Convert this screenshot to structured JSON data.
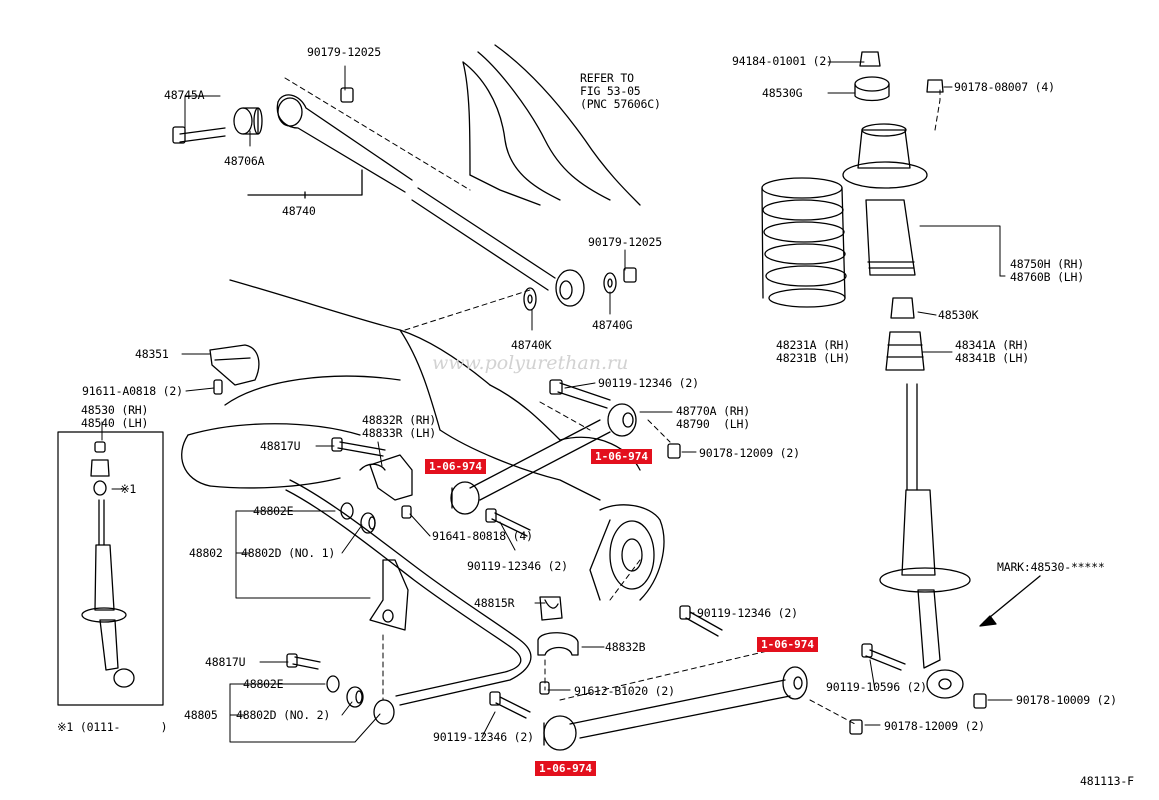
{
  "parts": {
    "p48745A": "48745A",
    "p48706A": "48706A",
    "p48740": "48740",
    "p90179_12025_top": "90179-12025",
    "refer_note": "REFER TO\nFIG 53-05\n(PNC 57606C)",
    "p90179_12025_mid": "90179-12025",
    "p48740K": "48740K",
    "p48740G": "48740G",
    "p94184": "94184-01001 (2)",
    "p48530G": "48530G",
    "p90178_08007": "90178-08007 (4)",
    "p48750H": "48750H (RH)\n48760B (LH)",
    "p48530K": "48530K",
    "p48231A": "48231A (RH)\n48231B (LH)",
    "p48341A": "48341A (RH)\n48341B (LH)",
    "p48351": "48351",
    "p91611": "91611-A0818 (2)",
    "p48530": "48530 (RH)\n48540 (LH)",
    "star1": "※1",
    "star1_range": "※1 (0111-      )",
    "p90119_12346_a": "90119-12346 (2)",
    "p48770A": "48770A (RH)\n48790  (LH)",
    "p90178_12009_a": "90178-12009 (2)",
    "p48832R": "48832R (RH)\n48833R (LH)",
    "p48817U_a": "48817U",
    "p48802E_a": "48802E",
    "p48802": "48802",
    "p48802D_1": "48802D (NO. 1)",
    "p91641": "91641-80818 (4)",
    "p90119_12346_b": "90119-12346 (2)",
    "mark": "MARK:48530-*****",
    "p48815R": "48815R",
    "p90119_12346_c": "90119-12346 (2)",
    "p48832B": "48832B",
    "p48817U_b": "48817U",
    "p48802E_b": "48802E",
    "p48805": "48805",
    "p48802D_2": "48802D (NO. 2)",
    "p91612": "91612-B1020 (2)",
    "p90119_10596": "90119-10596 (2)",
    "p90178_10009": "90178-10009 (2)",
    "p90119_12346_d": "90119-12346 (2)",
    "p90178_12009_b": "90178-12009 (2)",
    "diagram_id": "481113-F"
  },
  "callouts": {
    "c1": "1-06-974",
    "c2": "1-06-974",
    "c3": "1-06-974",
    "c4": "1-06-974"
  },
  "watermark": "www.polyurethan.ru",
  "colors": {
    "callout": "#e3101d",
    "line": "#000000",
    "watermark": "#d2d2d2"
  }
}
